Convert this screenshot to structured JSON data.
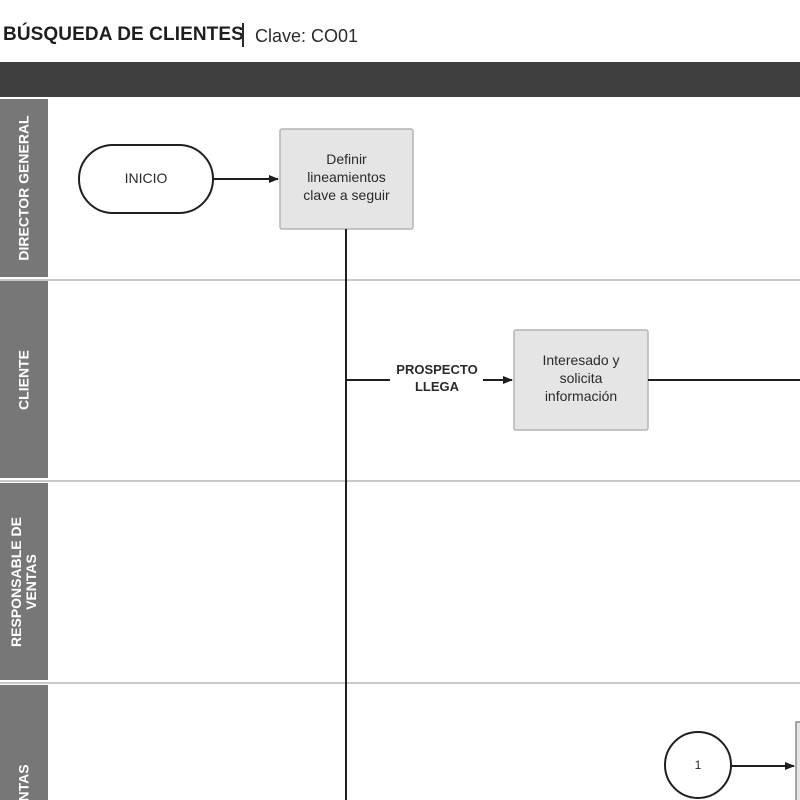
{
  "header": {
    "title": "BÚSQUEDA DE CLIENTES",
    "code": "Clave: CO01"
  },
  "lanes": [
    {
      "label": "DIRECTOR GENERAL"
    },
    {
      "label": "CLIENTE"
    },
    {
      "label": "RESPONSABLE DE\nVENTAS"
    },
    {
      "label": "NTAS"
    }
  ],
  "nodes": {
    "start": {
      "label": "INICIO"
    },
    "define": {
      "label_lines": [
        "Definir",
        "lineamientos",
        "clave a seguir"
      ]
    },
    "interested": {
      "label_lines": [
        "Interesado y",
        "solicita",
        "información"
      ]
    },
    "connector": {
      "label": "1"
    }
  },
  "edges": {
    "prospect_label_lines": [
      "PROSPECTO",
      "LLEGA"
    ]
  },
  "colors": {
    "header_band": "#3f3f3f",
    "lane_label_bg": "#777777",
    "process_fill": "#e5e5e5",
    "process_stroke": "#b4b4b4",
    "line": "#1f1f1f"
  }
}
